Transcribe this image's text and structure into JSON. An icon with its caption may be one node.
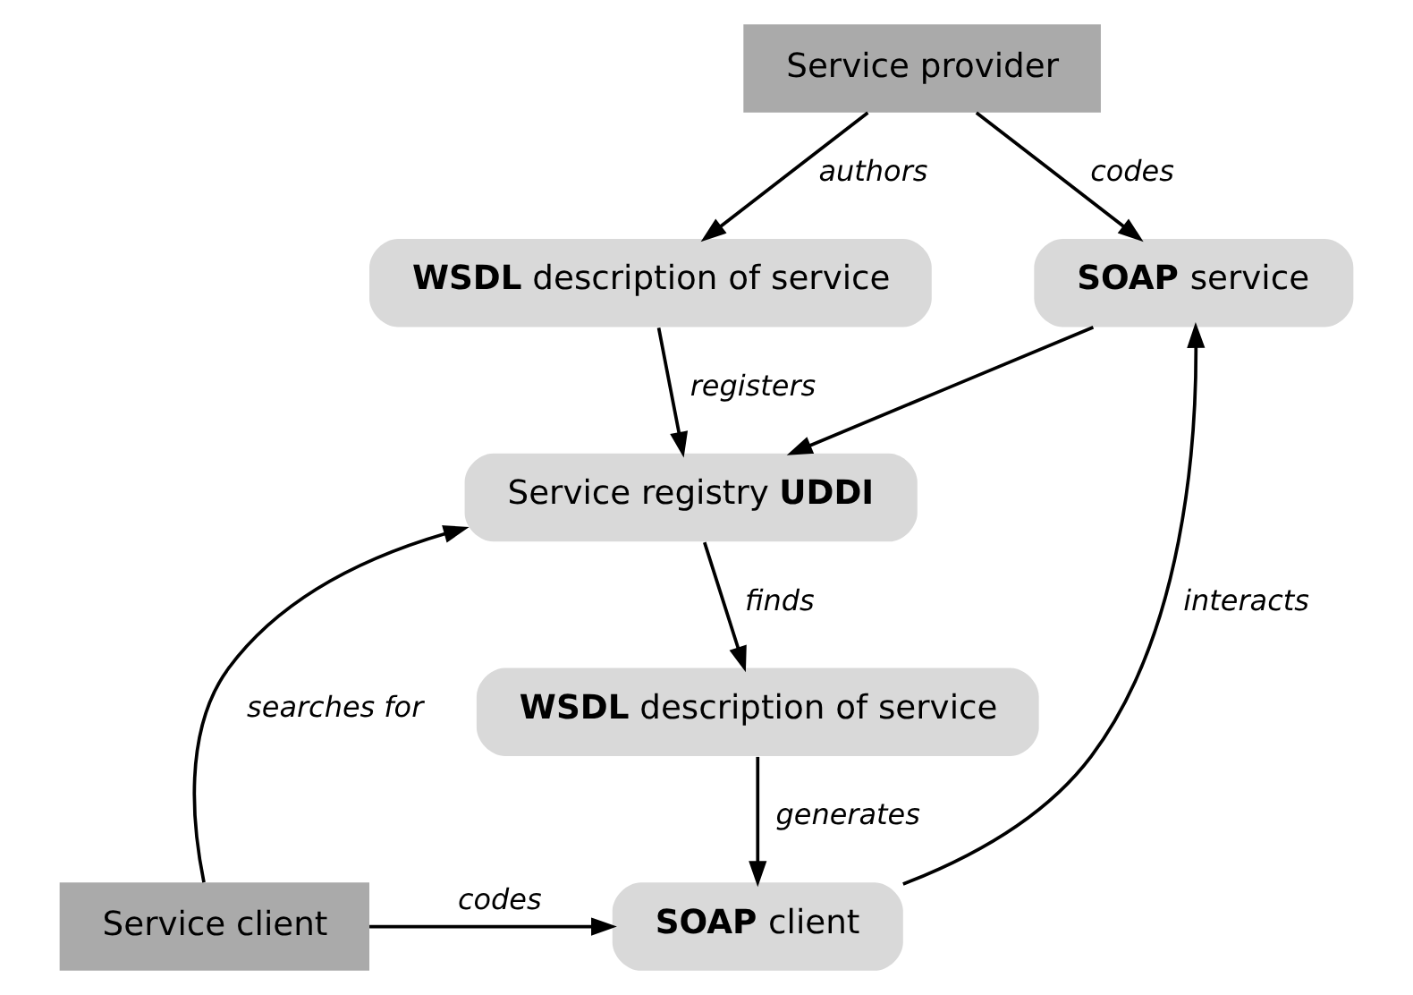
{
  "diagram": {
    "nodes": [
      {
        "text": [
          "Service provider"
        ]
      },
      {
        "text": [
          "**WSDL** description of service"
        ]
      },
      {
        "text": [
          "**SOAP** service"
        ]
      },
      {
        "text": [
          "Service registry **UDDI**"
        ]
      },
      {
        "text": [
          "**WSDL** description of service"
        ]
      },
      {
        "text": [
          "Service client"
        ]
      },
      {
        "text": [
          "**SOAP** client"
        ]
      }
    ],
    "edges": [
      {
        "from": 0,
        "to": 1,
        "arrow": "to",
        "label": "authors"
      },
      {
        "from": 0,
        "to": 2,
        "arrow": "to",
        "label": "codes"
      },
      {
        "from": 1,
        "to": 3,
        "arrow": "to",
        "label": "registers"
      },
      {
        "from": 2,
        "to": 3,
        "arrow": "to"
      },
      {
        "from": 3,
        "to": 4,
        "arrow": "to",
        "label": "finds"
      },
      {
        "from": 4,
        "to": 6,
        "arrow": "to",
        "label": "generates"
      },
      {
        "from": 6,
        "to": 2,
        "arrow": "to",
        "label": "interacts"
      },
      {
        "from": 5,
        "to": 3,
        "arrow": "to",
        "label": "searches for"
      },
      {
        "from": 5,
        "to": 6,
        "arrow": "to",
        "label": "codes"
      }
    ]
  }
}
